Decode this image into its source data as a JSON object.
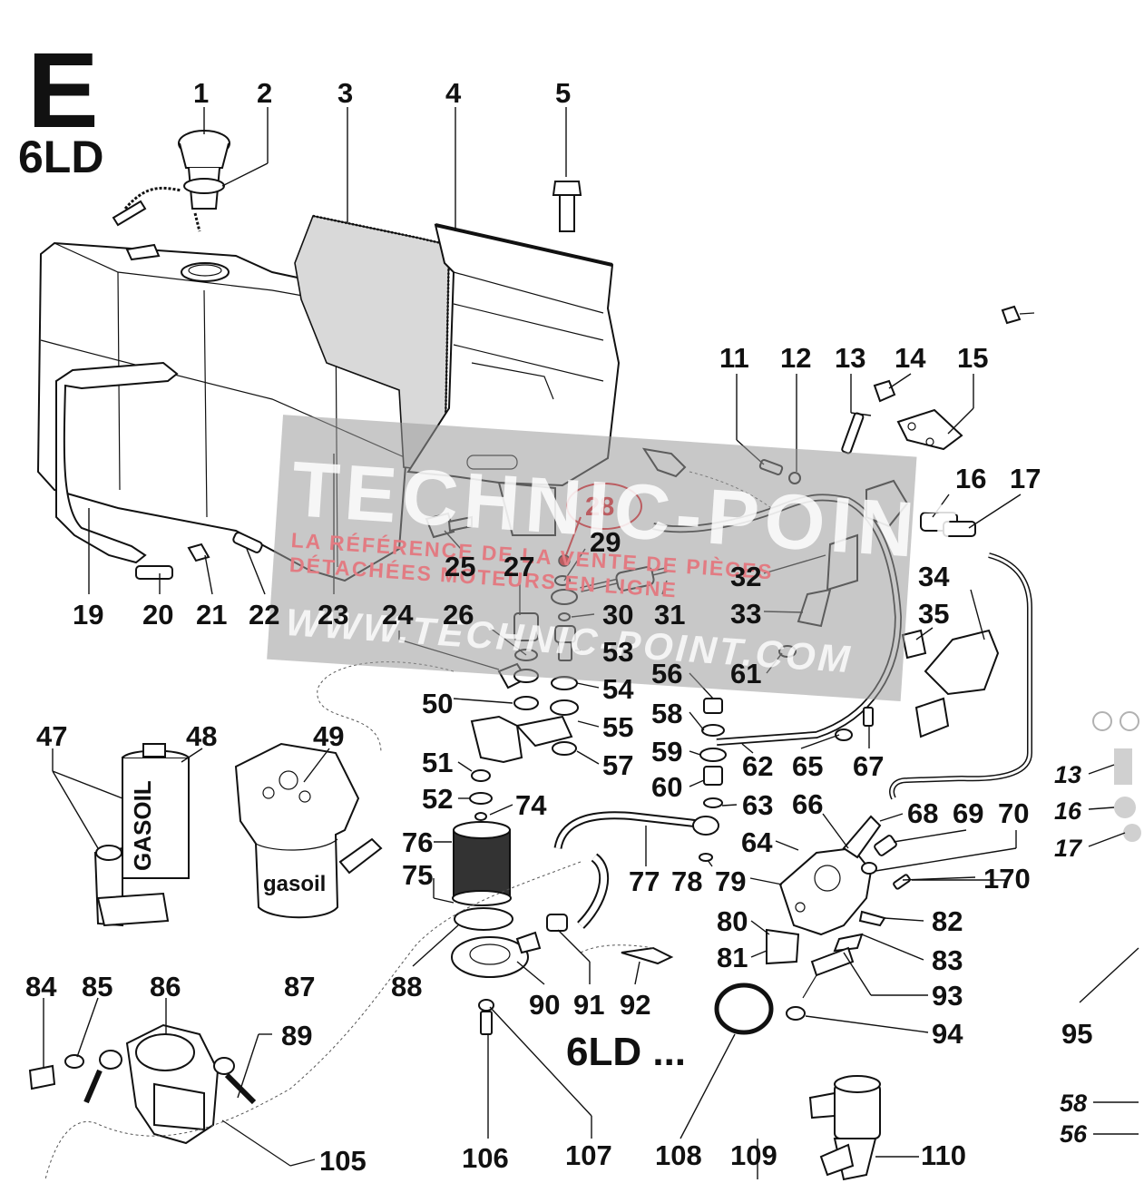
{
  "header": {
    "section_letter": "E",
    "engine_model": "6LD"
  },
  "footer_model": "6LD ...",
  "highlight": {
    "label": "28",
    "color": "#e3131b"
  },
  "watermark": {
    "brand": "TECHNIC-POINT",
    "tagline_1": "LA RÉFÉRENCE DE LA VENTE DE PIÈCES",
    "tagline_2": "DÉTACHÉES MOTEURS EN LIGNE",
    "url": "WWW.TECHNIC-POINT.COM",
    "color": "#9a9a9a"
  },
  "part_texts": {
    "filter_housing_1": "GASOIL",
    "filter_housing_2": "gasoil"
  },
  "callouts": [
    "1",
    "2",
    "3",
    "4",
    "5",
    "11",
    "12",
    "13",
    "14",
    "15",
    "16",
    "17",
    "19",
    "20",
    "21",
    "22",
    "23",
    "24",
    "25",
    "26",
    "27",
    "29",
    "30",
    "31",
    "32",
    "33",
    "34",
    "35",
    "47",
    "48",
    "49",
    "50",
    "51",
    "52",
    "53",
    "54",
    "55",
    "56",
    "57",
    "58",
    "59",
    "60",
    "61",
    "62",
    "63",
    "64",
    "65",
    "66",
    "67",
    "68",
    "69",
    "70",
    "74",
    "75",
    "76",
    "77",
    "78",
    "79",
    "80",
    "81",
    "82",
    "83",
    "84",
    "85",
    "86",
    "87",
    "88",
    "89",
    "90",
    "91",
    "92",
    "93",
    "94",
    "95",
    "105",
    "106",
    "107",
    "108",
    "109",
    "110",
    "170"
  ],
  "side_callouts": [
    "13",
    "16",
    "17",
    "58",
    "56"
  ]
}
